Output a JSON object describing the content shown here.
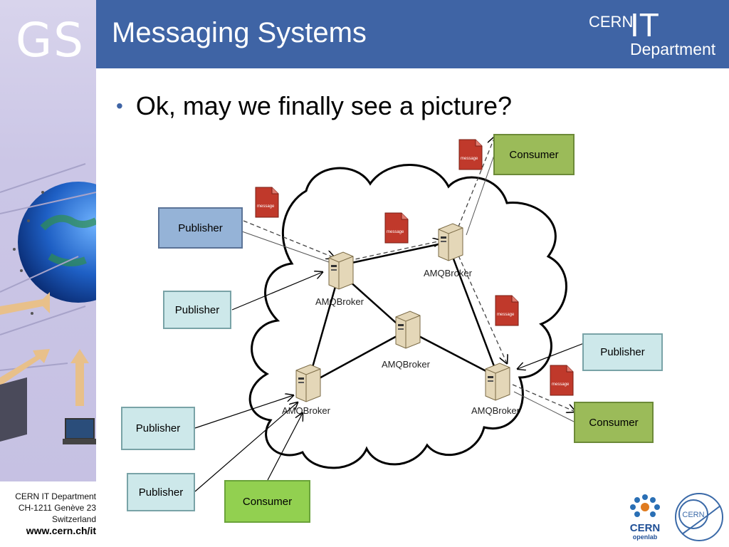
{
  "header": {
    "title": "Messaging Systems"
  },
  "logos": {
    "gs": "GS",
    "cern": "CERN",
    "it": "IT",
    "department": "Department",
    "openlab_cern": "CERN",
    "openlab_sub": "openlab",
    "seal": "CERN"
  },
  "footer": {
    "line1": "CERN IT Department",
    "line2": "CH-1211 Genève 23",
    "line3": "Switzerland",
    "website": "www.cern.ch/it"
  },
  "bullet": {
    "text": "Ok, may we finally see a picture?"
  },
  "diagram": {
    "broker_label": "AMQBroker",
    "message_label": "message",
    "publishers": [
      "Publisher",
      "Publisher",
      "Publisher",
      "Publisher",
      "Publisher"
    ],
    "consumers": [
      "Consumer",
      "Consumer",
      "Consumer"
    ]
  },
  "colors": {
    "header": "#3f64a5",
    "message": "#c0392b",
    "publisher_blue": "#95b3d7",
    "publisher_cyan": "#cde8ea",
    "consumer_green": "#9bbb59",
    "consumer_bright": "#92d050"
  }
}
